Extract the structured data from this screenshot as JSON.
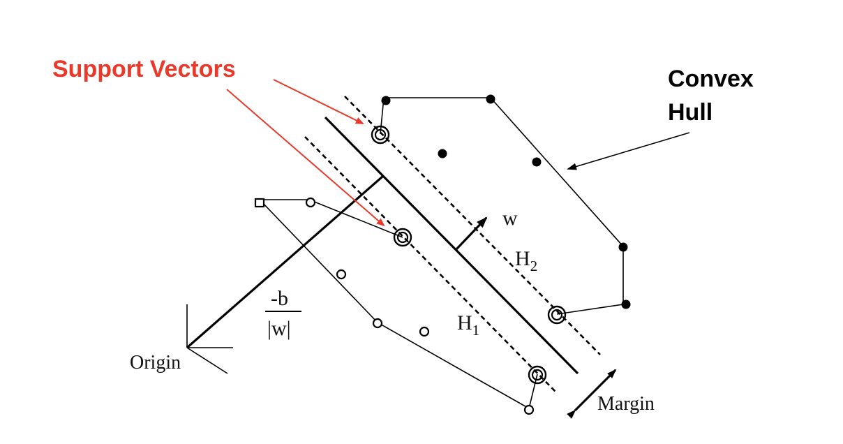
{
  "labels": {
    "support_vectors": "Support Vectors",
    "convex_hull_line1": "Convex",
    "convex_hull_line2": "Hull",
    "w": "w",
    "h2_main": "H",
    "h2_sub": "2",
    "h1_main": "H",
    "h1_sub": "1",
    "bias_numerator": "-b",
    "bias_denominator": "|w|",
    "origin": "Origin",
    "margin": "Margin"
  },
  "colors": {
    "annotation_red": "#e8392b",
    "annotation_black": "#000000",
    "line": "#000000",
    "background": "#ffffff"
  }
}
